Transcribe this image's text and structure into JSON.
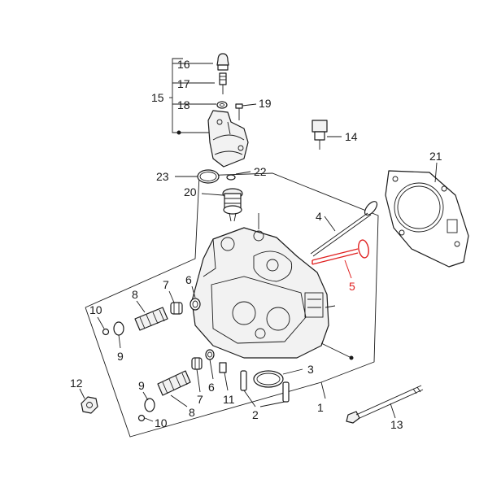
{
  "diagram": {
    "highlight_color": "#e02020",
    "callouts": {
      "c1": "1",
      "c2": "2",
      "c3": "3",
      "c4": "4",
      "c5": "5",
      "c6a": "6",
      "c6b": "6",
      "c7a": "7",
      "c7b": "7",
      "c8a": "8",
      "c8b": "8",
      "c9a": "9",
      "c9b": "9",
      "c10a": "10",
      "c10b": "10",
      "c11": "11",
      "c12": "12",
      "c13": "13",
      "c14": "14",
      "c15": "15",
      "c16": "16",
      "c17": "17",
      "c18": "18",
      "c19": "19",
      "c20": "20",
      "c21": "21",
      "c22": "22",
      "c23": "23"
    }
  }
}
